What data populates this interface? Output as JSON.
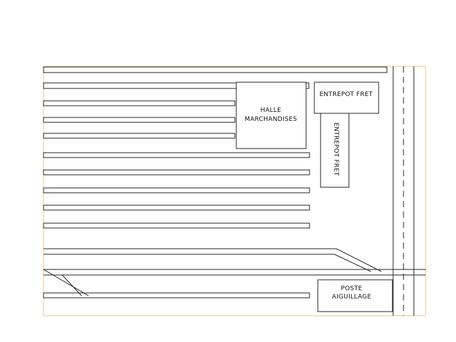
{
  "buildings": {
    "halle": {
      "line1": "HALLE",
      "line2": "MARCHANDISES"
    },
    "entrepot_top": {
      "label": "ENTREPOT FRET"
    },
    "entrepot_side": {
      "label": "ENTREPOT FRET"
    },
    "poste": {
      "line1": "POSTE",
      "line2": "AIGUILLAGE"
    }
  },
  "colors": {
    "frame": "#f2c38a",
    "track": "#222222"
  }
}
